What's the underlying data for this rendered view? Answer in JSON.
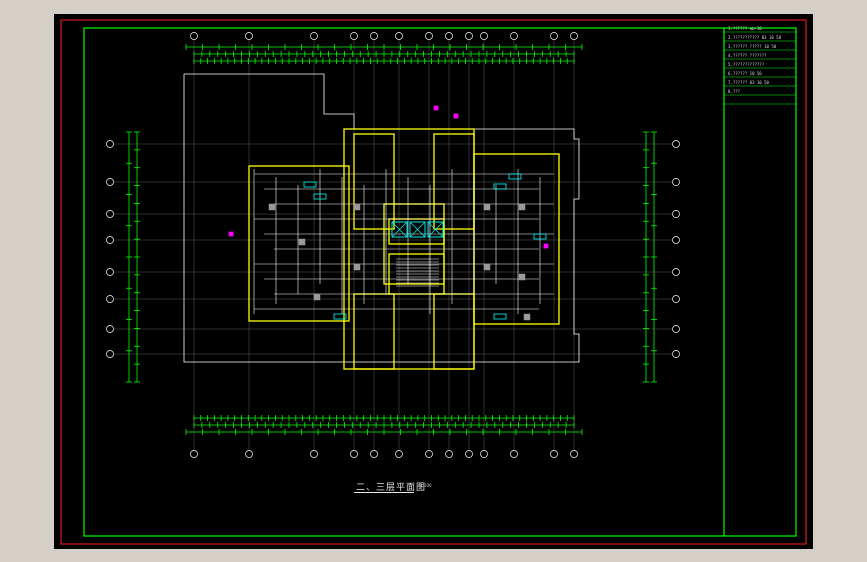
{
  "sheet": {
    "title": "二、三层平面图",
    "scale": "1:100",
    "colors": {
      "paper": "#000000",
      "outer_frame": "#ff2020",
      "inner_frame": "#00ff00",
      "walls": "#ffff00",
      "lines": "#ffffff",
      "dims": "#00ff00",
      "cyan": "#00ffff",
      "magenta": "#ff00ff",
      "gray": "#9a9a9a"
    }
  },
  "title_block": {
    "rows": [
      "1.?????? ab-10",
      "2.??????????? 03 10 50",
      "3.?????? ????? 10 50",
      "4.?????? ???????",
      "5.?????????????",
      "6.?????? 10 50",
      "7.?????? 03 10 50",
      "8.???"
    ]
  }
}
